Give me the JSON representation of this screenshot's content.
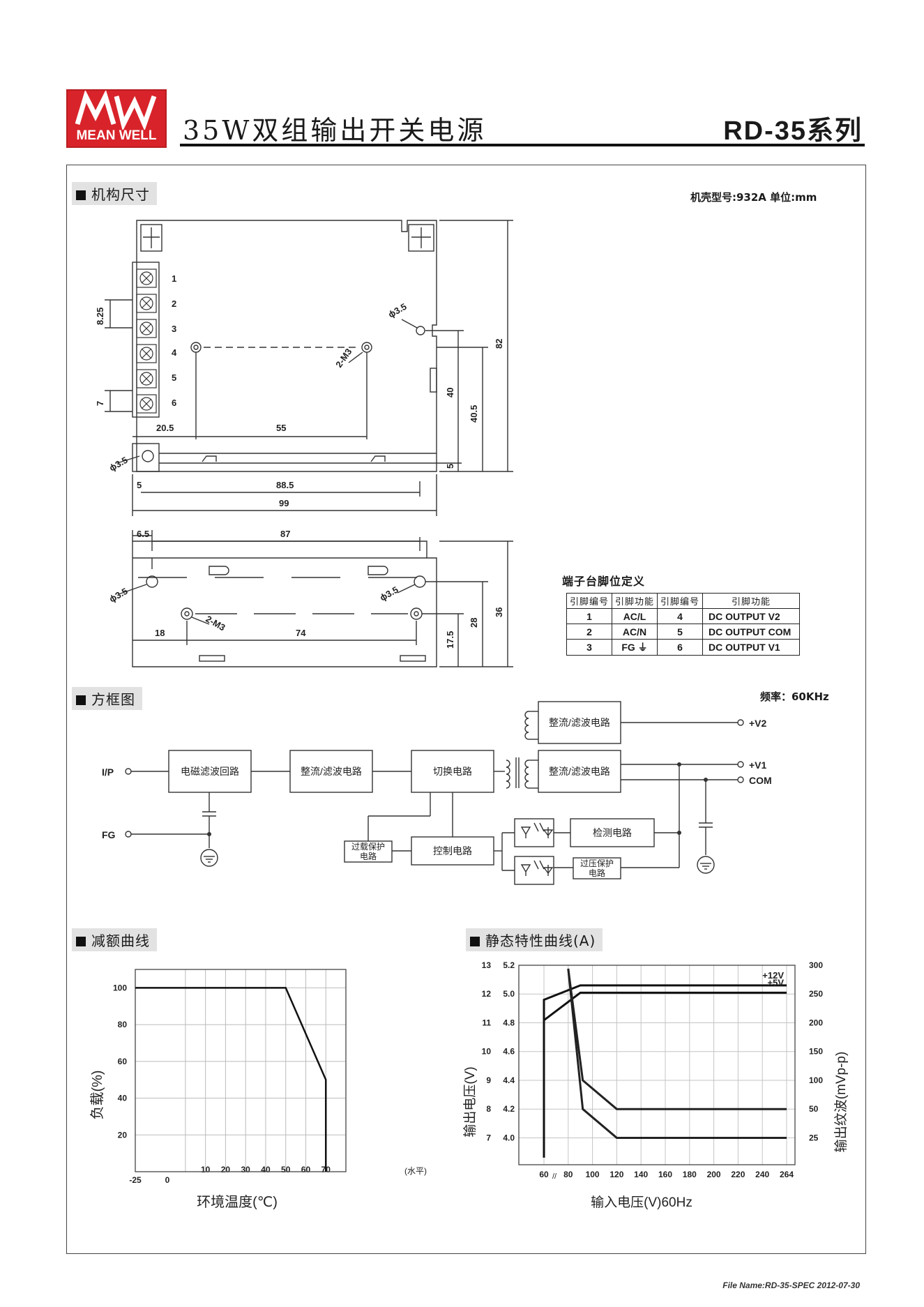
{
  "header": {
    "logo_text": "MEAN WELL",
    "title": "35W双组输出开关电源",
    "series": "RD-35系列"
  },
  "mechanical": {
    "section_title": "机构尺寸",
    "case_info": "机壳型号:932A 单位:mm",
    "pin_numbers": [
      "1",
      "2",
      "3",
      "4",
      "5",
      "6"
    ],
    "dims": {
      "d825": "8.25",
      "d7": "7",
      "d205": "20.5",
      "d55": "55",
      "d5a": "5",
      "d885": "88.5",
      "d99": "99",
      "d40": "40",
      "d405": "40.5",
      "d82": "82",
      "d5b": "5",
      "phi35a": "ϕ3.5",
      "phi35b": "ϕ3.5",
      "m3a": "2-M3",
      "d65": "6.5",
      "d87": "87",
      "phi35c": "ϕ3.5",
      "phi35d": "ϕ3.5",
      "m3b": "2-M3",
      "d18": "18",
      "d74": "74",
      "d175": "17.5",
      "d28": "28",
      "d36": "36"
    }
  },
  "pin_table": {
    "title": "端子台脚位定义",
    "headers": [
      "引脚编号",
      "引脚功能",
      "引脚编号",
      "引脚功能"
    ],
    "rows": [
      [
        "1",
        "AC/L",
        "4",
        "DC OUTPUT V2"
      ],
      [
        "2",
        "AC/N",
        "5",
        "DC OUTPUT COM"
      ],
      [
        "3",
        "FG ⏚",
        "6",
        "DC OUTPUT V1"
      ]
    ]
  },
  "block_diagram": {
    "section_title": "方框图",
    "frequency": "频率：60KHz",
    "labels": {
      "ip": "I/P",
      "fg": "FG",
      "emi": "电磁滤波回路",
      "rect1": "整流/滤波电路",
      "switch": "切换电路",
      "rect_v2": "整流/滤波电路",
      "rect_v1": "整流/滤波电路",
      "v2": "+V2",
      "v1": "+V1",
      "com": "COM",
      "olp_a": "过载保护",
      "olp_b": "电路",
      "control": "控制电路",
      "detect": "检测电路",
      "ovp_a": "过压保护",
      "ovp_b": "电路"
    }
  },
  "derating": {
    "section_title": "减额曲线",
    "ylabel": "负载(%)",
    "xlabel": "环境温度(℃)",
    "unit": "(水平)",
    "x_extra": [
      "-25",
      "0"
    ]
  },
  "static": {
    "section_title": "静态特性曲线(A)",
    "ylabel_left": "输出电压(V)",
    "ylabel_right": "输出纹波(mVp-p)",
    "xlabel": "输入电压(V)60Hz",
    "break_mark": "//"
  },
  "footer": {
    "file": "File Name:RD-35-SPEC   2012-07-30"
  },
  "chart_data": [
    {
      "type": "line",
      "title": "",
      "xlabel": "环境温度(℃)",
      "ylabel": "负载(%)",
      "x_ticks": [
        "-25",
        "0",
        "10",
        "20",
        "30",
        "40",
        "50",
        "60",
        "70"
      ],
      "y_ticks": [
        "20",
        "40",
        "60",
        "80",
        "100"
      ],
      "xlim": [
        -25,
        80
      ],
      "ylim": [
        0,
        110
      ],
      "series": [
        {
          "x": [
            -25,
            50,
            70,
            70
          ],
          "y": [
            100,
            100,
            50,
            0
          ]
        }
      ]
    },
    {
      "type": "line",
      "title": "",
      "xlabel": "输入电压(V)60Hz",
      "ylabel": "输出电压(V)",
      "ylabel_right": "输出纹波(mVp-p)",
      "x_ticks": [
        "60",
        "80",
        "100",
        "120",
        "140",
        "160",
        "180",
        "200",
        "220",
        "240",
        "264"
      ],
      "y_ticks_left_12v": [
        "7",
        "8",
        "9",
        "10",
        "11",
        "12",
        "13"
      ],
      "y_ticks_left_5v": [
        "4.0",
        "4.2",
        "4.4",
        "4.6",
        "4.8",
        "5.0",
        "5.2"
      ],
      "y_ticks_right": [
        "25",
        "50",
        "100",
        "150",
        "200",
        "250",
        "300"
      ],
      "series": [
        {
          "name": "+12V",
          "x": [
            60,
            60,
            90,
            264
          ],
          "y": [
            6.8,
            11.8,
            12.3,
            12.3
          ]
        },
        {
          "name": "+5V",
          "x": [
            60,
            60,
            90,
            264
          ],
          "y": [
            3.8,
            4.8,
            5.0,
            5.0
          ]
        },
        {
          "x": [
            80,
            92,
            120,
            264
          ],
          "y": [
            294,
            100,
            50,
            50
          ]
        },
        {
          "x": [
            80,
            92,
            120,
            264
          ],
          "y": [
            294,
            50,
            25,
            25
          ]
        }
      ]
    }
  ]
}
